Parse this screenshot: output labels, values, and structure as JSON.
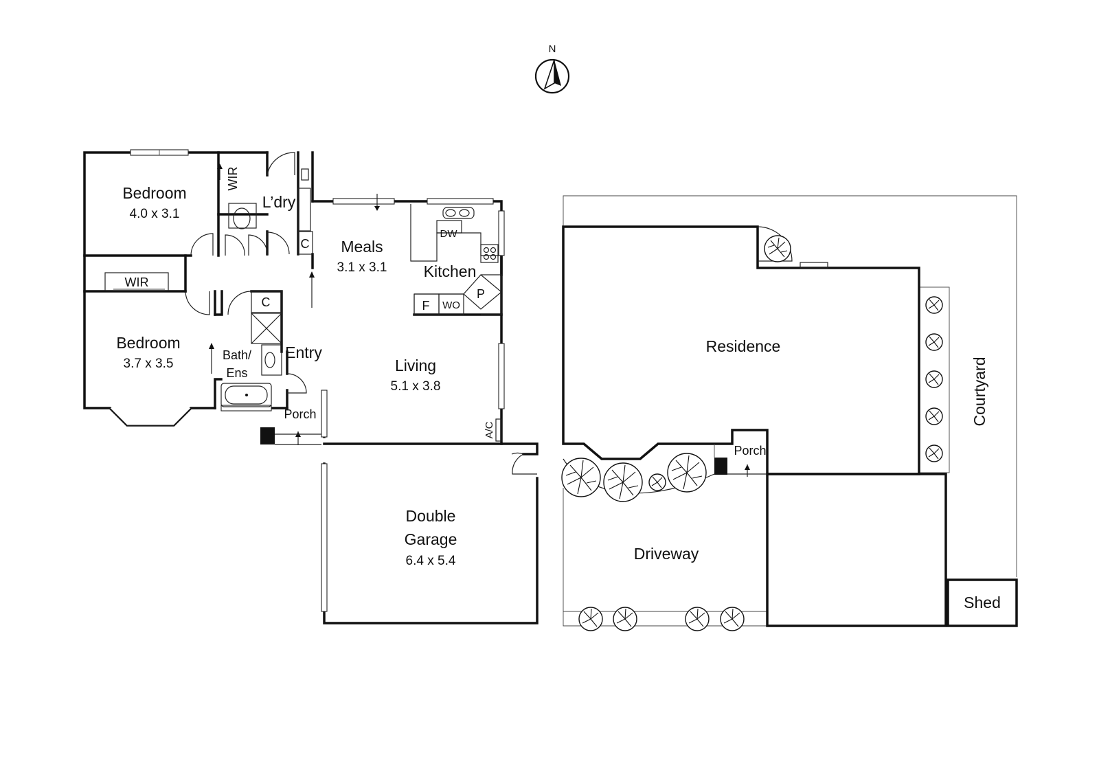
{
  "compass": {
    "label": "N"
  },
  "floor_plan": {
    "rooms": [
      {
        "id": "bedroom-1",
        "name": "Bedroom",
        "size": "4.0 x 3.1"
      },
      {
        "id": "bedroom-2",
        "name": "Bedroom",
        "size": "3.7 x 3.5"
      },
      {
        "id": "meals",
        "name": "Meals",
        "size": "3.1 x 3.1"
      },
      {
        "id": "living",
        "name": "Living",
        "size": "5.1 x 3.8"
      },
      {
        "id": "garage",
        "name_line1": "Double",
        "name_line2": "Garage",
        "size": "6.4 x 5.4"
      }
    ],
    "labels": {
      "kitchen": "Kitchen",
      "laundry": "L’dry",
      "wir_vertical": "WIR",
      "wir_horizontal": "WIR",
      "entry": "Entry",
      "bath_line1": "Bath/",
      "bath_line2": "Ens",
      "porch": "Porch",
      "cupboard_laundry": "C",
      "cupboard_bath": "C",
      "dishwasher": "DW",
      "fridge": "F",
      "wall_oven": "WO",
      "pantry": "P",
      "air_con": "A/C"
    }
  },
  "site_plan": {
    "residence": "Residence",
    "courtyard": "Courtyard",
    "porch": "Porch",
    "driveway": "Driveway",
    "shed": "Shed"
  }
}
